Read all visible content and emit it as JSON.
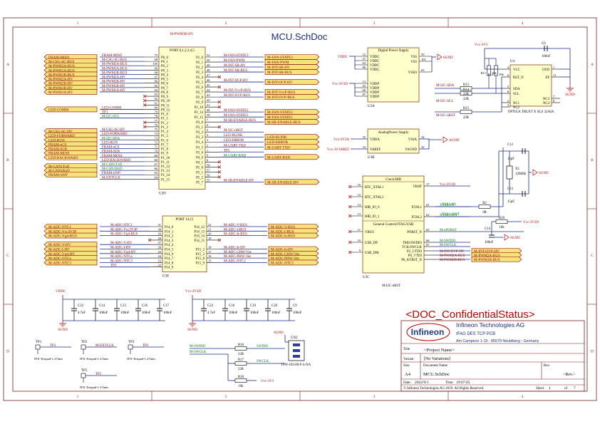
{
  "sheet": {
    "title": "MCU.SchDoc",
    "col_labels": [
      "1",
      "2",
      "3",
      "4"
    ],
    "row_labels": [
      "A",
      "B",
      "C",
      "D"
    ]
  },
  "colors": {
    "border": "#7b1f1f",
    "wire": "#1a2a8a",
    "red": "#c00000",
    "green": "#008000",
    "part_fill": "#ffffcc",
    "port_fill": "#f6e27a",
    "maroon": "#8b0000"
  },
  "u3d": {
    "header": "PORT 0,1,2,3,4,5",
    "refdes": "U3D",
    "top_label": "M-PWM3B-HV",
    "left_nets": [
      {
        "net": "FRAM-MISO",
        "pin": "75",
        "name": "P0_0"
      },
      {
        "net": "M-CSG-SC-BUS",
        "pin": "68",
        "name": "P0_1"
      },
      {
        "net": "M-PWM3A-BUS",
        "pin": "100",
        "name": "P0_2"
      },
      {
        "net": "M-PWM1A-BUS",
        "pin": "99",
        "name": "P0_3"
      },
      {
        "net": "M-PWM1B-BUS",
        "pin": "98",
        "name": "P0_4"
      },
      {
        "net": "M-PWM2A-HV",
        "pin": "97",
        "name": "P0_5"
      },
      {
        "net": "M-PWM2B-HV",
        "pin": "96",
        "name": "P0_6"
      },
      {
        "net": "M-PWM1B-HV",
        "pin": "95",
        "name": "P0_7"
      },
      {
        "net": "M-PWM1A-HV",
        "pin": "94",
        "name": "P0_8"
      },
      {
        "net": "",
        "pin": "93",
        "name": "P0_9"
      },
      {
        "net": "",
        "pin": "92",
        "name": "P0_10"
      },
      {
        "net": "",
        "pin": "91",
        "name": "P0_11"
      },
      {
        "net": "LED-COMM",
        "pin": "90",
        "name": "P0_12"
      },
      {
        "net": "TP1",
        "pin": "79",
        "name": "P1_0"
      },
      {
        "net": "M-I2C-SCL",
        "pin": "78",
        "name": "P1_1"
      },
      {
        "net": "",
        "pin": "77",
        "name": "P1_2"
      },
      {
        "net": "",
        "pin": "76",
        "name": "P1_3"
      },
      {
        "net": "M-CSG-SC-HV",
        "pin": "75",
        "name": "P1_4"
      },
      {
        "net": "LED-FORWARD",
        "pin": "74",
        "name": "P1_5"
      },
      {
        "net": "M-I2C-SDA",
        "pin": "73",
        "name": "P1_6"
      },
      {
        "net": "LED-RUN",
        "pin": "72",
        "name": "P1_7"
      },
      {
        "net": "FRAM-nCS",
        "pin": "71",
        "name": "P1_8"
      },
      {
        "net": "FRAM-SCK",
        "pin": "70",
        "name": "P1_9"
      },
      {
        "net": "FRAM-MOSI",
        "pin": "69",
        "name": "P1_10"
      },
      {
        "net": "LED-BACKWARD",
        "pin": "68",
        "name": "P1_11"
      },
      {
        "net": "M-CAN1TxD",
        "pin": "67",
        "name": "P1_12"
      },
      {
        "net": "M-CAN1RxD",
        "pin": "66",
        "name": "P1_13"
      },
      {
        "net": "FRAM-nWP",
        "pin": "65",
        "name": "P1_14"
      },
      {
        "net": "M-EXTCLK",
        "pin": "64",
        "name": "P1_15"
      }
    ],
    "right_nets": [
      {
        "name": "P2_0",
        "pin": "52",
        "net": "M-FAN-STATE3"
      },
      {
        "name": "P2_1",
        "pin": "50",
        "net": "M-FAN-PWM"
      },
      {
        "name": "P2_2",
        "pin": "49",
        "net": "M-INT-SR-HV"
      },
      {
        "name": "P2_3",
        "pin": "48",
        "net": "M-INT-SR-BUS"
      },
      {
        "name": "P2_4",
        "pin": "47",
        "net": ""
      },
      {
        "name": "P2_5",
        "pin": "46",
        "net": "M-INT-OCP-HV"
      },
      {
        "name": "P2_6",
        "pin": "45",
        "net": ""
      },
      {
        "name": "P2_7",
        "pin": "44",
        "net": "M-INT-VccP-BUS"
      },
      {
        "name": "P2_8",
        "pin": "43",
        "net": "M-INT-OVP-BUS"
      },
      {
        "name": "P2_9",
        "pin": "42",
        "net": ""
      },
      {
        "name": "P2_10",
        "pin": "41",
        "net": ""
      },
      {
        "name": "P2_14",
        "pin": "40",
        "net": "M-FAN-STATE2"
      },
      {
        "name": "P2_15",
        "pin": "39",
        "net": "M-FAN-STATE1"
      },
      {
        "name": "P3_0",
        "pin": "7",
        "net": "M-SR-ENABLE-BUS"
      },
      {
        "name": "P3_1",
        "pin": "6",
        "net": ""
      },
      {
        "name": "P3_2",
        "pin": "5",
        "net": "M-I2C-nRST"
      },
      {
        "name": "P3_3",
        "pin": "4",
        "net": "LED-BLINK"
      },
      {
        "name": "P3_4",
        "pin": "3",
        "net": "LED-ERROR"
      },
      {
        "name": "P3_5",
        "pin": "2",
        "net": "M-UART-TXD"
      },
      {
        "name": "P3_6",
        "pin": "1",
        "net": "TP5"
      },
      {
        "name": "P4_0",
        "pin": "9",
        "net": "M-UART-RXD"
      },
      {
        "name": "P4_1",
        "pin": "8",
        "net": ""
      },
      {
        "name": "P5_0",
        "pin": "58",
        "net": ""
      },
      {
        "name": "P5_1",
        "pin": "57",
        "net": ""
      },
      {
        "name": "P5_2",
        "pin": "56",
        "net": ""
      },
      {
        "name": "P5_7",
        "pin": "55",
        "net": "M-SR-ENABLE-HV"
      }
    ],
    "left_ports": [
      "FRAM-MISO",
      "M-CSG-SC-BUS",
      "M-PWM3A-BUS",
      "M-PWM1A-BUS",
      "M-PWM1B-BUS",
      "M-PWM2A-HV",
      "M-PWM2B-HV",
      "M-PWM1B-HV",
      "M-PWM1A-HV"
    ],
    "left_ports2": [
      "M-CSG-SC-HV",
      "LED-FORWARD",
      "LED-RUN",
      "FRAM-nCS",
      "FRAM-SCK",
      "FRAM-MOSI",
      "LED-BACKWARD"
    ],
    "left_ports3": [
      "M-CAN1TxD",
      "M-CAN1RxD",
      "FRAM-nWP"
    ],
    "right_ports": [
      "M-FAN-STATE3",
      "M-FAN-PWM",
      "M-INT-SR-HV",
      "M-INT-SR-BUS"
    ],
    "right_ports2": [
      "M-INT-OCP-HV",
      "M-INT-VccP-BUS",
      "M-INT-OVP-BUS"
    ],
    "right_ports3": [
      "M-FAN-STATE2",
      "M-FAN-STATE1"
    ],
    "right_ports4": [
      "M-SR-ENABLE-BUS",
      "LED-BLINK",
      "LED-ERROR",
      "M-UART TXD"
    ],
    "right_ports5": [
      "M-UART-RXD",
      "M-SR-ENABLE-HV"
    ]
  },
  "u3e": {
    "header": "PORT 14,15",
    "refdes": "U3E",
    "left": [
      {
        "net": "M-ADC-NTC1",
        "pin": "31",
        "name": "P14_0"
      },
      {
        "net": "M-ADC-Vcc3V3P",
        "pin": "30",
        "name": "P14_1"
      },
      {
        "net": "M-ADC-Vgd-BUS",
        "pin": "29",
        "name": "P14_2"
      },
      {
        "net": "",
        "pin": "28",
        "name": "P14_3"
      },
      {
        "net": "M-ADC-V-HV",
        "pin": "27",
        "name": "P14_4"
      },
      {
        "net": "M-ADC-I-HV",
        "pin": "26",
        "name": "P14_5"
      },
      {
        "net": "M-ADC-Vgd-HV",
        "pin": "25",
        "name": "P14_6"
      },
      {
        "net": "M-ADC-NTCa",
        "pin": "24",
        "name": "P14_7"
      },
      {
        "net": "M-ADC-NTC3",
        "pin": "23",
        "name": "P14_8"
      },
      {
        "net": "TP3",
        "pin": "22",
        "name": "P14_9"
      }
    ],
    "right": [
      {
        "name": "P14_12",
        "pin": "22",
        "net": "M-ADC-V-BUS"
      },
      {
        "name": "P14_13",
        "pin": "21",
        "net": "M-ADC-I-BUS"
      },
      {
        "name": "P14_14",
        "pin": "20",
        "net": "M-ADC-Ir-BUS"
      },
      {
        "name": "P14_15",
        "pin": "19",
        "net": ""
      },
      {
        "name": "P15_2",
        "pin": "18",
        "net": "M-ADC-Ir-HV"
      },
      {
        "name": "P15_3",
        "pin": "17",
        "net": "M-ADC-CHW-Vee"
      },
      {
        "name": "P15_8",
        "pin": "16",
        "net": "M-ADC-PHW-Vee"
      },
      {
        "name": "P15_9",
        "pin": "15",
        "net": "M-ADC-NTC2"
      }
    ],
    "left_ports": [
      "M-ADC-NTC1",
      "M-ADC-Vcc3V3P",
      "M-ADC-Vgd-BUS",
      "M-ADC-V-HV",
      "M-ADC-I-HV",
      "M-ADC-Vgd-HV",
      "M-ADC-NTCa",
      "M-ADC-NTC3"
    ],
    "right_ports": [
      "M-ADC-V-BUS",
      "M-ADC-I-BUS",
      "M-ADC-Ir-BUS",
      "M-ADC-Ir-HV",
      "M-ADC-CHW-Vee",
      "M-ADC-PHW-Vee",
      "M-ADC-NTC2"
    ]
  },
  "u3a": {
    "header": "Digital Power Supply",
    "refdes": "U3A",
    "left": [
      {
        "net": "VDDC",
        "pin": "12",
        "name": "VDDC"
      },
      {
        "net": "",
        "pin": "37",
        "name": "VDDC"
      },
      {
        "net": "",
        "pin": "64",
        "name": "VDDC"
      },
      {
        "net": "",
        "pin": "86",
        "name": "VDDC"
      },
      {
        "net": "Vcc-3V3D",
        "pin": "13",
        "name": "VDDP"
      },
      {
        "net": "",
        "pin": "43",
        "name": "VDDP"
      },
      {
        "net": "",
        "pin": "60",
        "name": "VDDP"
      },
      {
        "net": "",
        "pin": "87",
        "name": "VDDP"
      }
    ],
    "right": [
      {
        "name": "VSS",
        "pin": "59"
      },
      {
        "name": "VSS",
        "pin": "101"
      },
      {
        "name": "VSSO",
        "pin": "63"
      }
    ],
    "gnd": "SGND"
  },
  "u3b": {
    "header": "AnalogPower Supply",
    "refdes": "U3B",
    "left": [
      {
        "net": "Vcc-3V3A",
        "pin": "35",
        "name": "VDDA"
      },
      {
        "net": "Vcc-3V3AREF",
        "pin": "33",
        "name": "VAREF"
      }
    ],
    "right": [
      {
        "name": "VSSA",
        "pin": "34"
      },
      {
        "name": "VAGND",
        "pin": "32"
      }
    ],
    "gnd": "AGND"
  },
  "u3c": {
    "header1": "Clock/HIB",
    "header2": "General Control/JTAG/USB",
    "refdes": "U3C",
    "left": [
      {
        "pin": "16",
        "name": "RTC_XTAL1"
      },
      {
        "pin": "15",
        "name": "RTC_XTAL2"
      },
      {
        "pin": "14",
        "name": "HIB_IO_0"
      },
      {
        "pin": "13",
        "name": "HIB_IO_1"
      },
      {
        "pin": "11",
        "name": "VBUS"
      },
      {
        "pin": "10",
        "name": "USB_DP"
      },
      {
        "pin": "9",
        "name": "USB_DM"
      }
    ],
    "right": [
      {
        "name": "VBAT",
        "pin": "17",
        "net": "Vcc-3V3D"
      },
      {
        "name": "XTAL1",
        "pin": "61",
        "net": "XTAL-IN"
      },
      {
        "name": "XTAL2",
        "pin": "62",
        "net": "XTAL-OUT"
      },
      {
        "name": "PORST_N",
        "pin": "65",
        "net": "M-nPORST"
      },
      {
        "name": "TMS/SWDIO",
        "pin": "66",
        "net": "M-SWDIO"
      },
      {
        "name": "TCK/SWCLK",
        "pin": "67",
        "net": "M-SWCLK"
      },
      {
        "name": "P2_1/TDO",
        "pin": "",
        "net": "M-INT-OVP-HV"
      },
      {
        "name": "P0_7/TDI",
        "pin": "",
        "net": "M-PWM2A-BUS"
      },
      {
        "name": "P0_8/TRST_N",
        "pin": "",
        "net": "M-PWM2B-BUS"
      }
    ],
    "right_ports": [
      "M-INT-OVP-HV",
      "M-PWM2A-BUS",
      "M-PWM2B-BUS"
    ],
    "note": "M-I2C-nRST"
  },
  "u4": {
    "refdes": "U4",
    "part": "OPTIGA TRUST X SLS 32AIA",
    "left": [
      {
        "pin": "4",
        "name": "VCC"
      },
      {
        "pin": "6",
        "name": "RST_N"
      },
      {
        "pin": "5",
        "name": "SDA"
      },
      {
        "pin": "6",
        "name": "SCL"
      },
      {
        "pin": "2",
        "name": "NC1"
      },
      {
        "pin": "3",
        "name": "NC2"
      }
    ],
    "right": [
      {
        "name": "GND",
        "pin": "1"
      },
      {
        "name": "EP",
        "pin": "11"
      },
      {
        "name": "NC3",
        "pin": "7"
      },
      {
        "name": "NC4",
        "pin": "8"
      }
    ],
    "nets": [
      "M-I2C-SDA",
      "M-I2C-SCL",
      "M-I2C-nRST"
    ],
    "supply": "Vcc-3V3",
    "res": [
      {
        "ref": "R13",
        "val": "22R"
      },
      {
        "ref": "R14",
        "val": "22R"
      },
      {
        "ref": "R15",
        "val": "22R"
      },
      {
        "ref": "R11",
        "val": "10k"
      },
      {
        "ref": "R12",
        "val": "10k"
      }
    ],
    "cap": {
      "ref": "C6",
      "val": "100nF"
    },
    "gnd": "SGND"
  },
  "crystal": {
    "c12": {
      "ref": "C12",
      "val": "15pF"
    },
    "c13": {
      "ref": "C13",
      "val": "15pF"
    },
    "x1": {
      "ref": "X1",
      "val": "12MHz"
    },
    "r2": {
      "ref": "R2",
      "val": "0R"
    },
    "r20": {
      "ref": "R20",
      "val": "10k"
    },
    "c14": {
      "ref": "C14",
      "val": "100nF"
    },
    "gnd": "SGND",
    "supply": "Vcc-3V3D"
  },
  "decoupling_left": {
    "supply": "VDDC",
    "gnd": "SGND",
    "caps": [
      {
        "ref": "C22",
        "val": "4.7uF"
      },
      {
        "ref": "C14",
        "val": "100nF"
      },
      {
        "ref": "C15",
        "val": "100nF"
      },
      {
        "ref": "C16",
        "val": "100nF"
      },
      {
        "ref": "C17",
        "val": "100nF"
      }
    ]
  },
  "decoupling_right": {
    "supply": "Vcc-3V3D",
    "gnd": "SGND",
    "caps": [
      {
        "ref": "C23",
        "val": "4.7uF"
      },
      {
        "ref": "C18",
        "val": "100nF"
      },
      {
        "ref": "C19",
        "val": "100nF"
      },
      {
        "ref": "C20",
        "val": "100nF"
      },
      {
        "ref": "C9",
        "val": "100nF"
      }
    ]
  },
  "testpads": [
    {
      "ref": "TP1",
      "net": "TP1",
      "part": "IFX-Testpad-1.27mm"
    },
    {
      "ref": "TP2",
      "net": "M-EXTCLK",
      "part": "IFX-Testpad-1.27mm"
    },
    {
      "ref": "TP3",
      "net": "TP3",
      "part": "IFX-Testpad-1.27mm"
    },
    {
      "ref": "TP5",
      "net": "TP5",
      "part": "IFX-Testpad-1.27mm"
    }
  ],
  "swd": {
    "nets": [
      "M-SWDIO",
      "M-SWCLK"
    ],
    "r16": {
      "ref": "R16",
      "val": "22R"
    },
    "r17": {
      "ref": "R17",
      "val": "22R"
    },
    "r18": {
      "ref": "R18",
      "val": "10k"
    },
    "labels": [
      "SWDIO",
      "SWCLK"
    ],
    "conn": {
      "ref": "CN2",
      "part": "TSW-103-08-F-S-NA"
    },
    "gnd": "SGND",
    "supply": "Vcc-3V3"
  },
  "title_block": {
    "confidential": "<DOC_ConfidentialStatus>",
    "logo": "Infineon",
    "company": "Infineon Technologies AG",
    "dept": "IFAG DES TCP PCB",
    "address": "Am Campeon 1-15 · 85579 Neubiberg - Germany",
    "title_label": "Title",
    "title_value": "<Project Name>",
    "variant_label": "Variant",
    "variant_value": "[No Variations]",
    "size_label": "Size",
    "size_value": "A4",
    "docnum_label": "Document Name",
    "docnum_value": "MCU.SchDoc",
    "rev_label": "Rev.",
    "rev_value": "<Rev.>",
    "date_label": "Date:",
    "date_value": "2022/9/1",
    "time_label": "Time:",
    "time_value": "19:07:05",
    "copyright": "© Infineon Technologies AG 2019. All Rights Reserved.",
    "sheet_label": "Sheet",
    "sheet_value": "1",
    "of_label": "of",
    "of_value": "7"
  }
}
